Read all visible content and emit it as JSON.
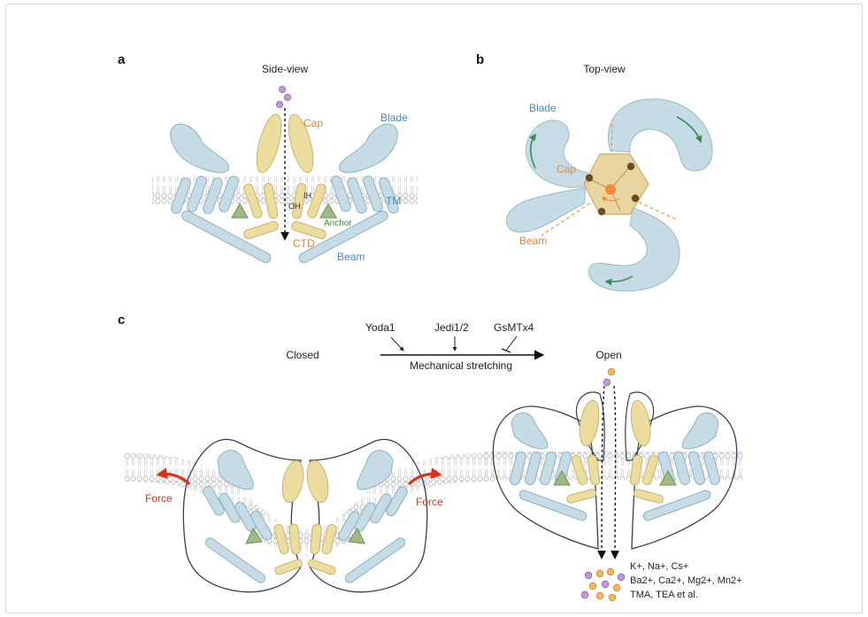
{
  "panels": {
    "a": {
      "letter": "a",
      "title": "Side-view",
      "labels": {
        "cap": "Cap",
        "blade": "Blade",
        "ih": "IH",
        "oh": "OH",
        "tm": "TM",
        "anchor": "Anchor",
        "ctd": "CTD",
        "beam": "Beam"
      }
    },
    "b": {
      "letter": "b",
      "title": "Top-view",
      "labels": {
        "blade": "Blade",
        "cap": "Cap",
        "beam": "Beam"
      }
    },
    "c": {
      "letter": "c",
      "closed": "Closed",
      "open": "Open",
      "arrow_label": "Mechanical stretching",
      "modulators": [
        "Yoda1",
        "Jedi1/2",
        "GsMTx4"
      ],
      "force": "Force",
      "ions": {
        "line1": "K+, Na+, Cs+",
        "line2": "Ba2+, Ca2+, Mg2+, Mn2+",
        "line3": "TMA, TEA et al."
      }
    }
  },
  "colors": {
    "blade_blue": "#c5dbe5",
    "blade_stroke": "#8fb1c2",
    "cap_yellow": "#ecdca0",
    "cap_stroke": "#c9b46a",
    "anchor_green": "#9fbb83",
    "force_red": "#d9321f",
    "ion_purple": "#c39ad6",
    "ion_orange": "#f2b95a"
  }
}
